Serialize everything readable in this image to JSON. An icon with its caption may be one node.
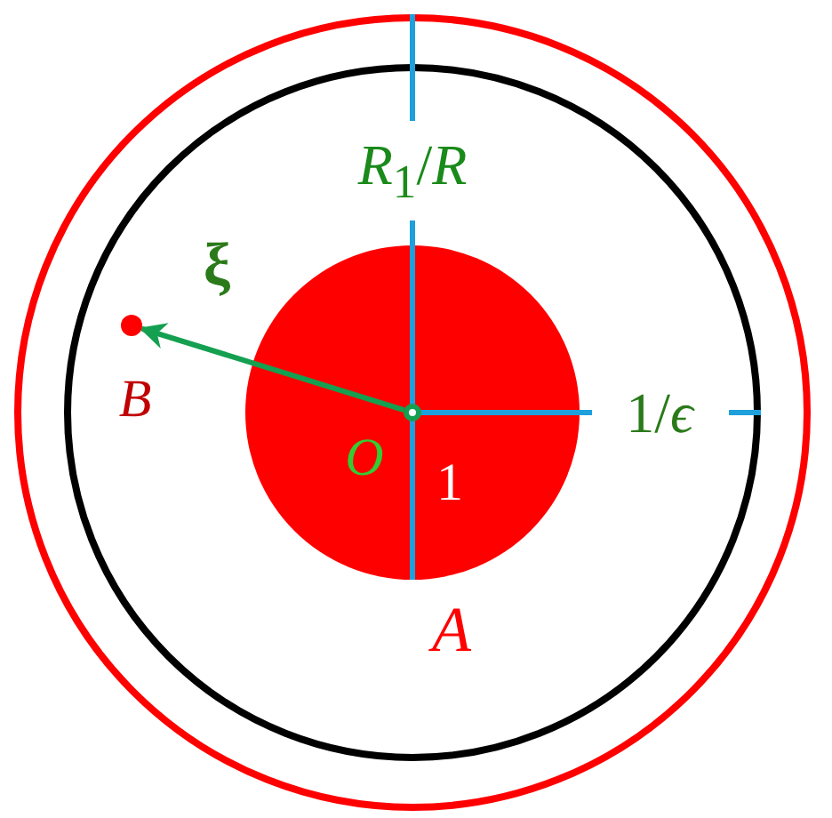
{
  "diagram": {
    "nodes": [
      {
        "text": [],
        "shape": "circle",
        "beside": [
          "O"
        ]
      },
      {
        "text": [],
        "shape": "circle",
        "beside": [
          "B"
        ]
      }
    ],
    "edges": [
      {
        "from": 0,
        "to": 1,
        "arrow": "to",
        "label": "ξ"
      }
    ],
    "labels": [
      "*R*$_{1}$/*R*",
      "1/*ϵ*",
      "1",
      "A"
    ]
  }
}
